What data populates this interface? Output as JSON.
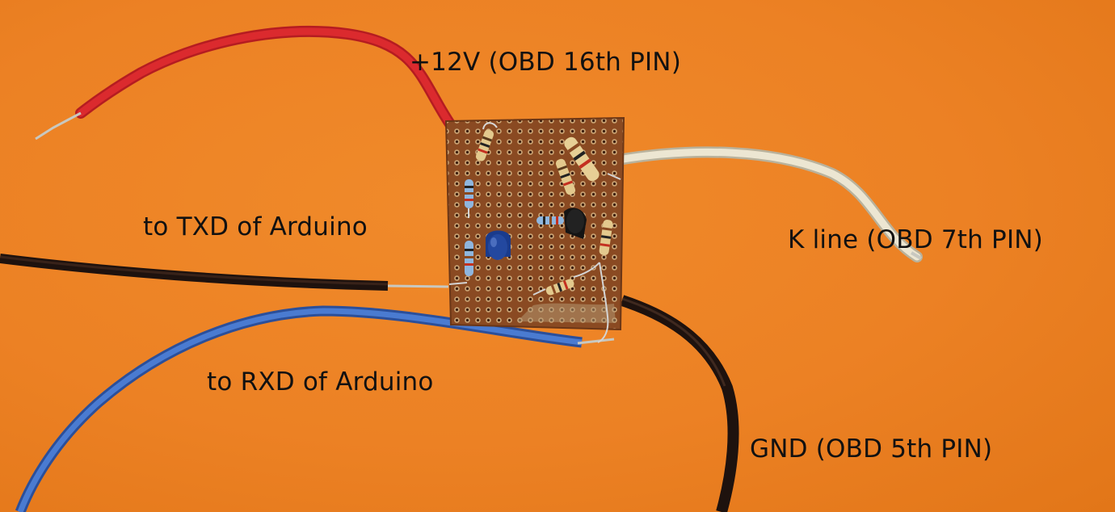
{
  "labels": {
    "plus12v": "+12V (OBD 16th PIN)",
    "txd": "to TXD of Arduino",
    "kline": "K line (OBD 7th PIN)",
    "rxd": "to RXD of Arduino",
    "gnd": "GND (OBD 5th PIN)"
  },
  "colors": {
    "background": "#ec8124",
    "board": "#8a4a22",
    "wire_red": "#d8252b",
    "wire_white": "#e6e0cc",
    "wire_black": "#2a1a14",
    "wire_blue": "#3f6fc4"
  }
}
